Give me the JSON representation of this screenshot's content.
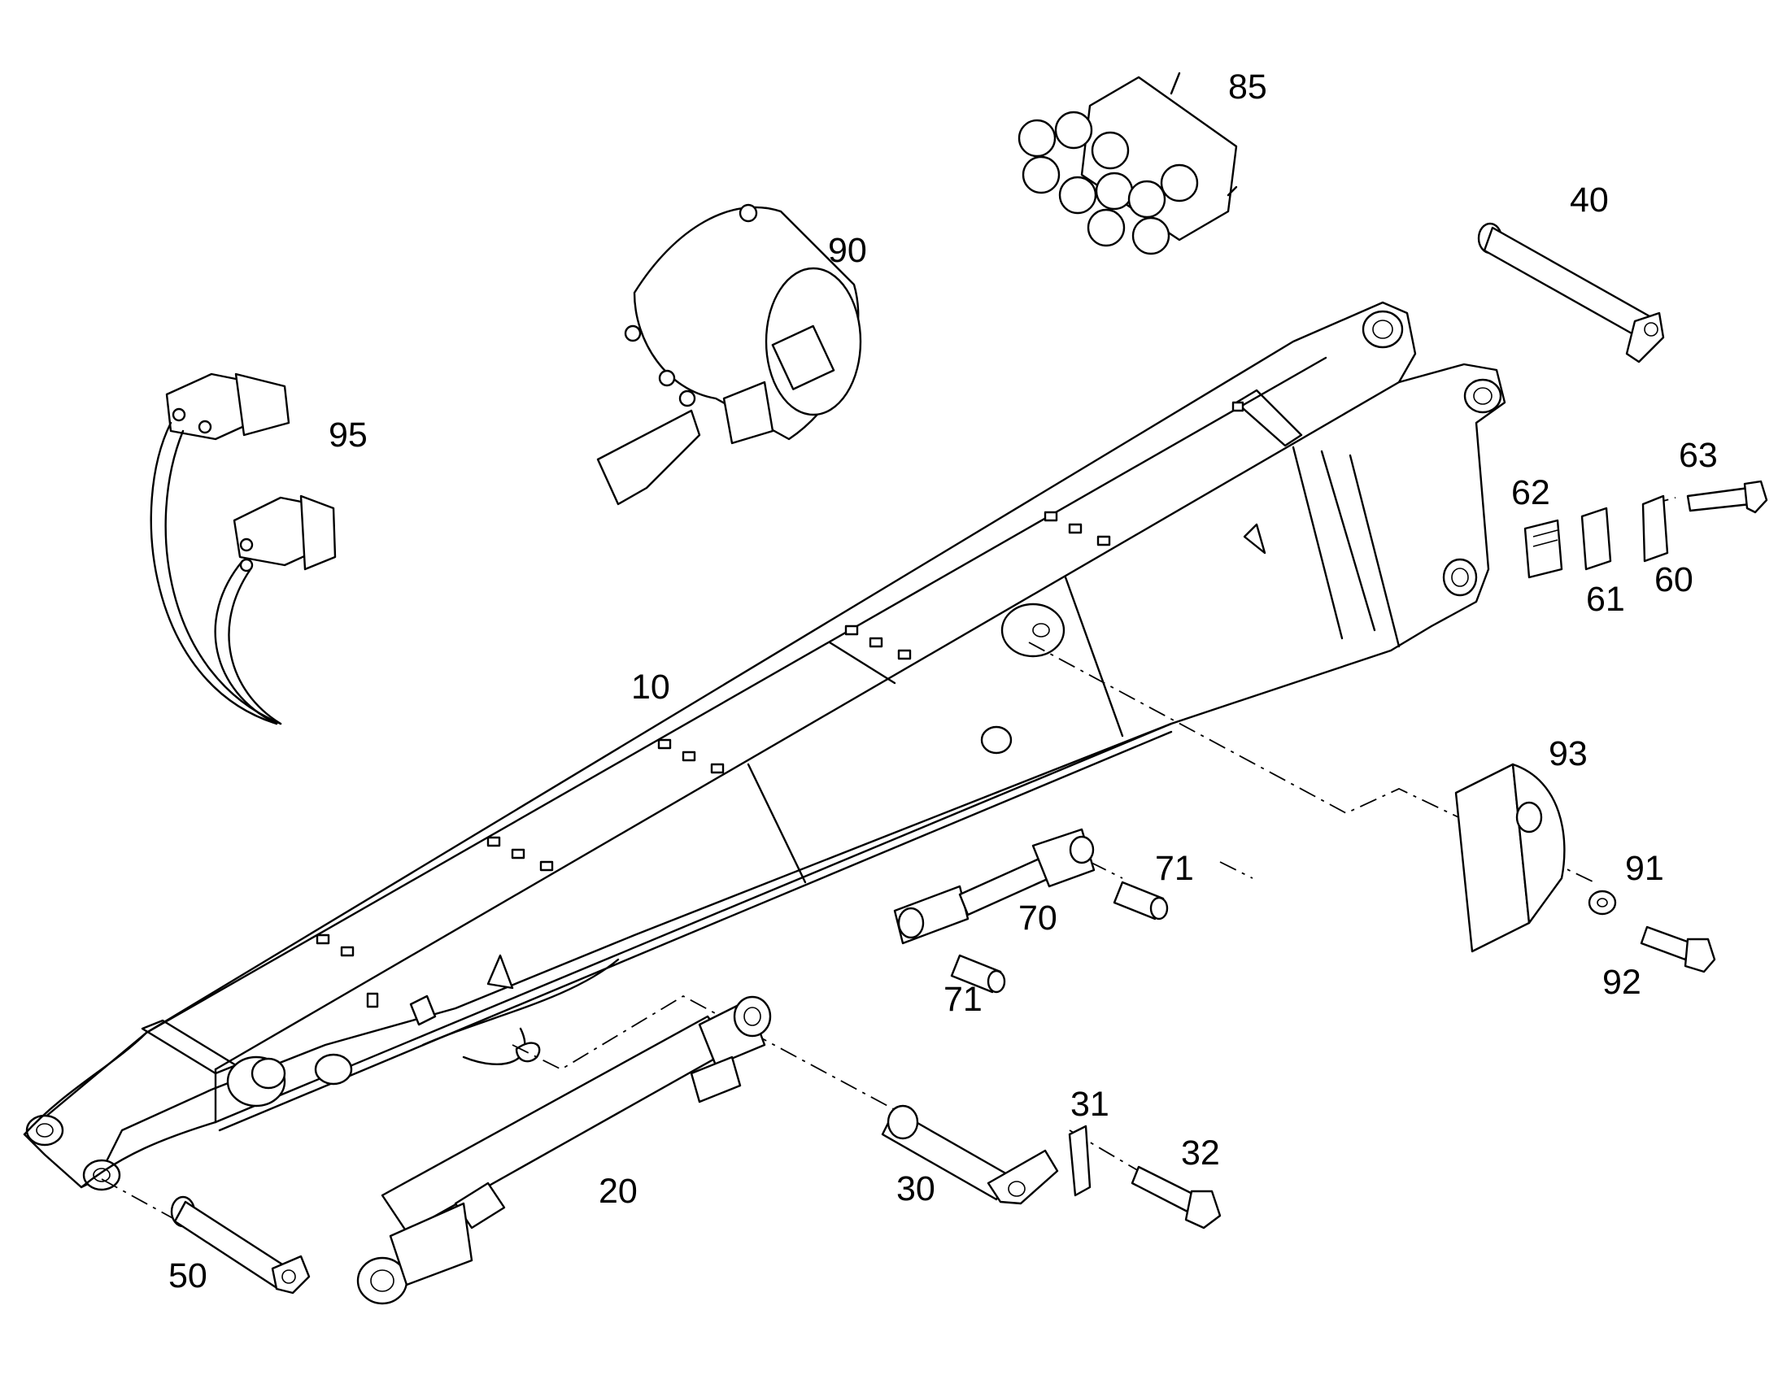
{
  "diagram": {
    "callouts": [
      {
        "id": "10",
        "label": "10"
      },
      {
        "id": "20",
        "label": "20"
      },
      {
        "id": "30",
        "label": "30"
      },
      {
        "id": "31",
        "label": "31"
      },
      {
        "id": "32",
        "label": "32"
      },
      {
        "id": "40",
        "label": "40"
      },
      {
        "id": "50",
        "label": "50"
      },
      {
        "id": "60",
        "label": "60"
      },
      {
        "id": "61",
        "label": "61"
      },
      {
        "id": "62",
        "label": "62"
      },
      {
        "id": "63",
        "label": "63"
      },
      {
        "id": "70",
        "label": "70"
      },
      {
        "id": "71a",
        "label": "71"
      },
      {
        "id": "71b",
        "label": "71"
      },
      {
        "id": "85",
        "label": "85"
      },
      {
        "id": "90",
        "label": "90"
      },
      {
        "id": "91",
        "label": "91"
      },
      {
        "id": "92",
        "label": "92"
      },
      {
        "id": "93",
        "label": "93"
      },
      {
        "id": "95",
        "label": "95"
      }
    ]
  }
}
